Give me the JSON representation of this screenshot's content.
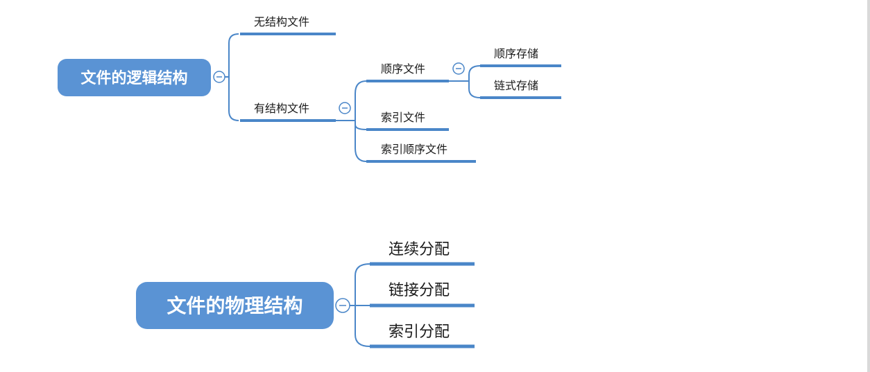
{
  "colors": {
    "root_fill": "#5a93d4",
    "root_text": "#ffffff",
    "branch": "#4a86c8",
    "underline": "#4a86c8",
    "label_text": "#1a1a1a",
    "collapse_stroke": "#4a86c8"
  },
  "icons": [
    "collapse-icon"
  ],
  "maps": [
    {
      "root": "文件的逻辑结构",
      "children": [
        {
          "label": "无结构文件"
        },
        {
          "label": "有结构文件",
          "children": [
            {
              "label": "顺序文件",
              "children": [
                {
                  "label": "顺序存储"
                },
                {
                  "label": "链式存储"
                }
              ]
            },
            {
              "label": "索引文件"
            },
            {
              "label": "索引顺序文件"
            }
          ]
        }
      ]
    },
    {
      "root": "文件的物理结构",
      "children": [
        {
          "label": "连续分配"
        },
        {
          "label": "链接分配"
        },
        {
          "label": "索引分配"
        }
      ]
    }
  ]
}
